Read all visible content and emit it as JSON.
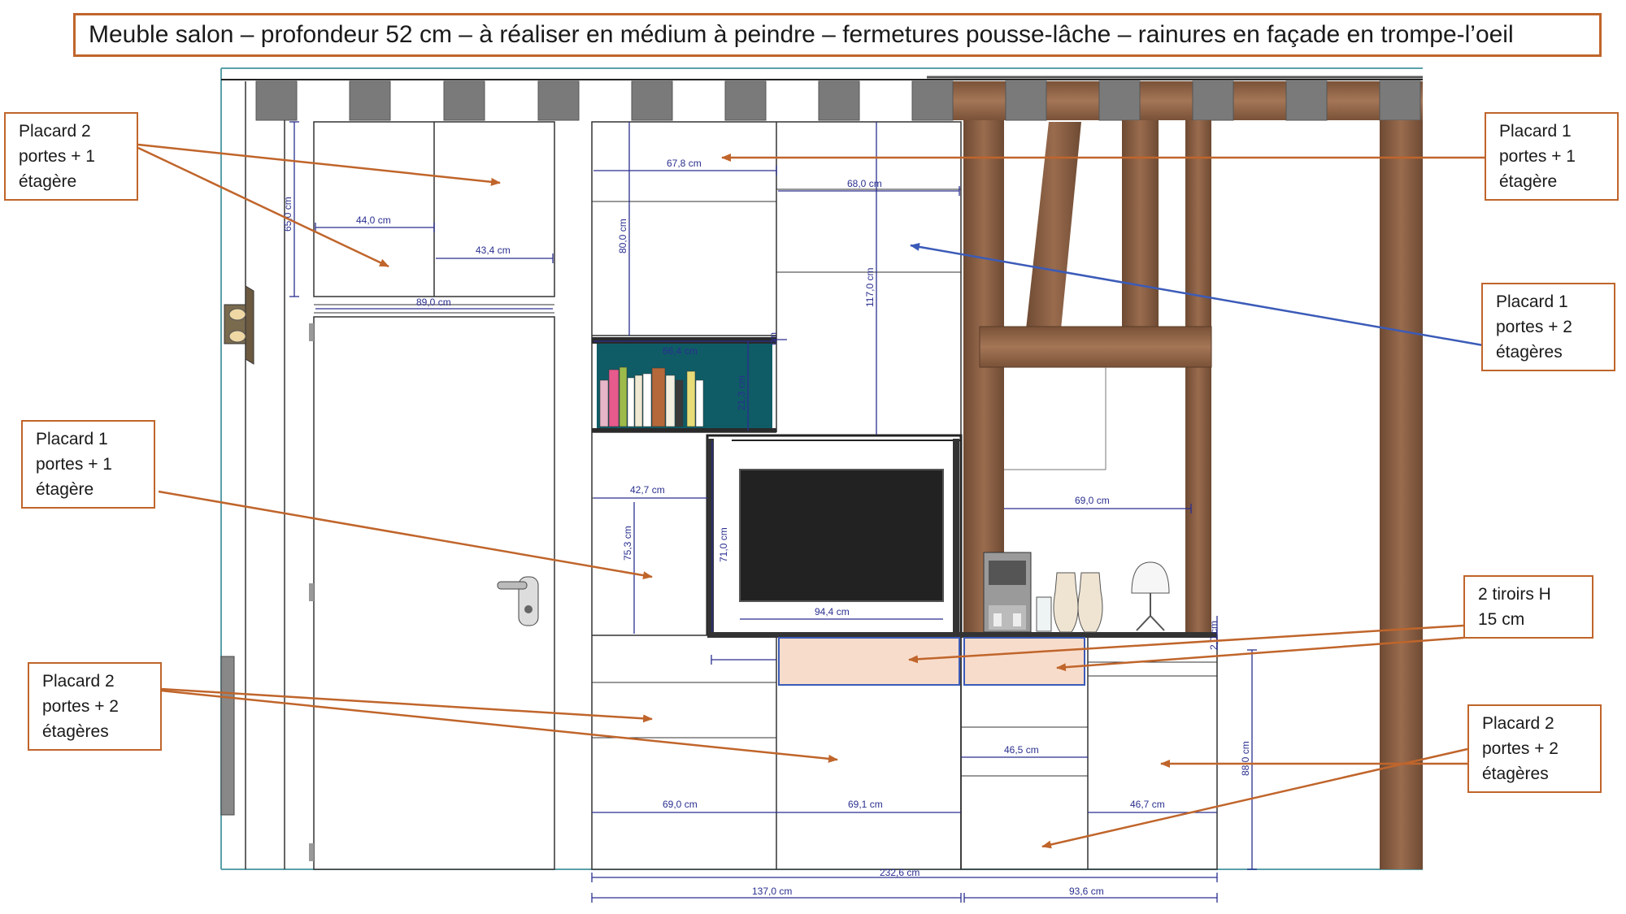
{
  "title": "Meuble salon – profondeur 52 cm – à réaliser en médium à peindre – fermetures pousse-lâche – rainures en façade en trompe-l’oeil",
  "labels": {
    "left_top": [
      "Placard 2",
      "portes + 1",
      "étagère"
    ],
    "left_mid": [
      "Placard 1",
      "portes + 1",
      "étagère"
    ],
    "left_bottom": [
      "Placard 2",
      "portes + 2",
      "étagères"
    ],
    "right_top": [
      "Placard 1",
      "portes + 1",
      "étagère"
    ],
    "right_mid": [
      "Placard 1",
      "portes + 2",
      "étagères"
    ],
    "right_drawers": [
      "2 tiroirs H",
      "15 cm"
    ],
    "right_bottom": [
      "Placard 2",
      "portes + 2",
      "étagères"
    ]
  },
  "dimensions": {
    "upper_left_height": "65,0 cm",
    "upper_left_door1": "44,0 cm",
    "upper_left_door2": "43,4 cm",
    "upper_left_total": "89,0 cm",
    "top_center_width": "67,8 cm",
    "top_center_height": "80,0 cm",
    "top_right_width": "68,0 cm",
    "top_right_height": "117,0 cm",
    "niche_width": "66,4 cm",
    "niche_height": "21,3 cm",
    "mid_left_width": "42,7 cm",
    "mid_left_height": "75,3 cm",
    "tv_height": "71,0 cm",
    "tv_width": "94,4 cm",
    "shelf_width": "69,0 cm",
    "counter_thickness": "2,0 cm",
    "low_right_height": "88,0 cm",
    "low_inner_width": "46,5 cm",
    "low_w1": "69,0 cm",
    "low_w2": "69,1 cm",
    "low_w3": "46,7 cm",
    "total_width": "232,6 cm",
    "total_left": "137,0 cm",
    "total_right": "93,6 cm",
    "small_mark": "cm"
  },
  "colors": {
    "accent_orange": "#c0652b",
    "accent_blue": "#3b5bb8",
    "dimension_blue": "#2a2f8f",
    "wood": "#8b5f42",
    "drawer_fill": "#f8dccb",
    "niche_fill": "#0f5c66"
  }
}
